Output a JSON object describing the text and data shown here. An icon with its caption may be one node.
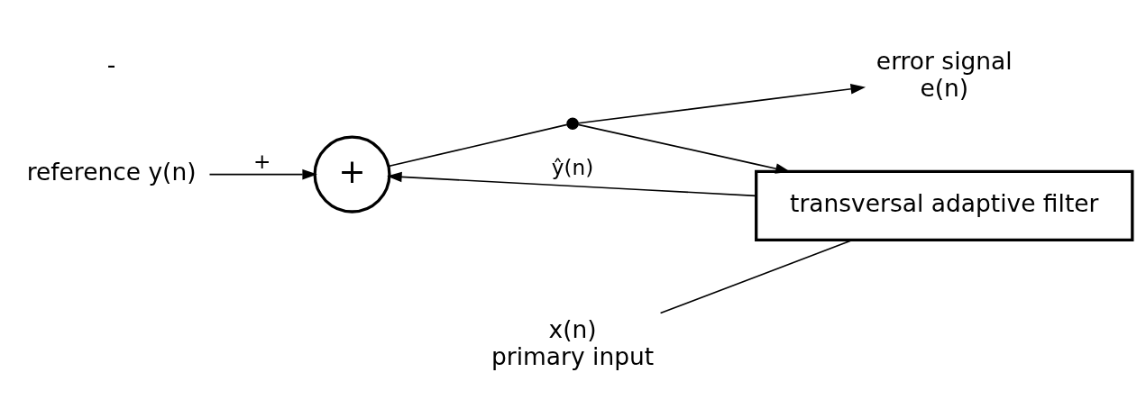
{
  "diagram": {
    "nodes": [
      {
        "text": [
          "reference y(n)"
        ]
      },
      {
        "text": [
          "+"
        ]
      },
      {
        "text": [
          "x(n)",
          "primary input"
        ]
      },
      {
        "text": [
          "transversal adaptive filter"
        ]
      },
      {
        "text": [],
        "shape": "circle"
      },
      {
        "text": [
          "error signal",
          "e(n)"
        ]
      }
    ],
    "edges": [
      {
        "from": 0,
        "to": 1,
        "arrow": "to",
        "label": "+"
      },
      {
        "from": 3,
        "to": 1,
        "arrow": "to",
        "label": "ŷ(n)"
      },
      {
        "from": 2,
        "to": 3,
        "arrow": "none"
      },
      {
        "from": 1,
        "to": 4,
        "arrow": "none"
      },
      {
        "from": 4,
        "to": 5,
        "arrow": "to"
      },
      {
        "from": 4,
        "to": 3,
        "arrow": "to"
      }
    ],
    "labels": [
      "-"
    ]
  }
}
